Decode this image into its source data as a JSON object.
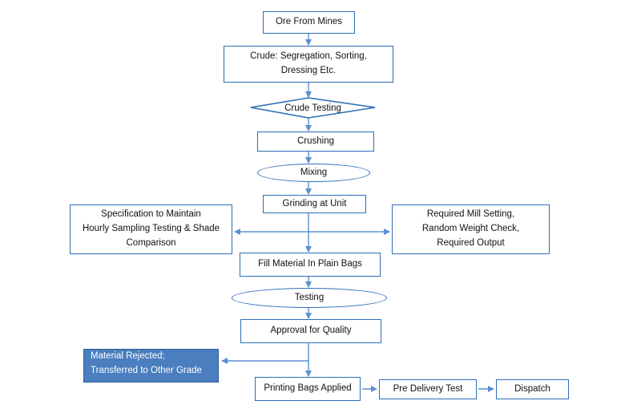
{
  "colors": {
    "stroke": "#2e6eb8",
    "arrow": "#5b8fd0",
    "highlight_fill": "#4a7ebf"
  },
  "nodes": {
    "ore": "Ore From Mines",
    "crude_line1": "Crude: Segregation, Sorting,",
    "crude_line2": "Dressing  Etc.",
    "crude_testing": "Crude Testing",
    "crushing": "Crushing",
    "mixing": "Mixing",
    "grinding": "Grinding at Unit",
    "spec_line1": "Specification to Maintain",
    "spec_line2": "Hourly Sampling Testing & Shade",
    "spec_line3": "Comparison",
    "mill_line1": "Required Mill Setting,",
    "mill_line2": "Random Weight Check,",
    "mill_line3": "Required Output",
    "fill": "Fill Material In Plain Bags",
    "testing": "Testing",
    "approval": "Approval for Quality",
    "rejected_line1": "Material Rejected;",
    "rejected_line2": "Transferred to Other Grade",
    "printing": "Printing Bags Applied",
    "predelivery": "Pre Delivery Test",
    "dispatch": "Dispatch"
  }
}
